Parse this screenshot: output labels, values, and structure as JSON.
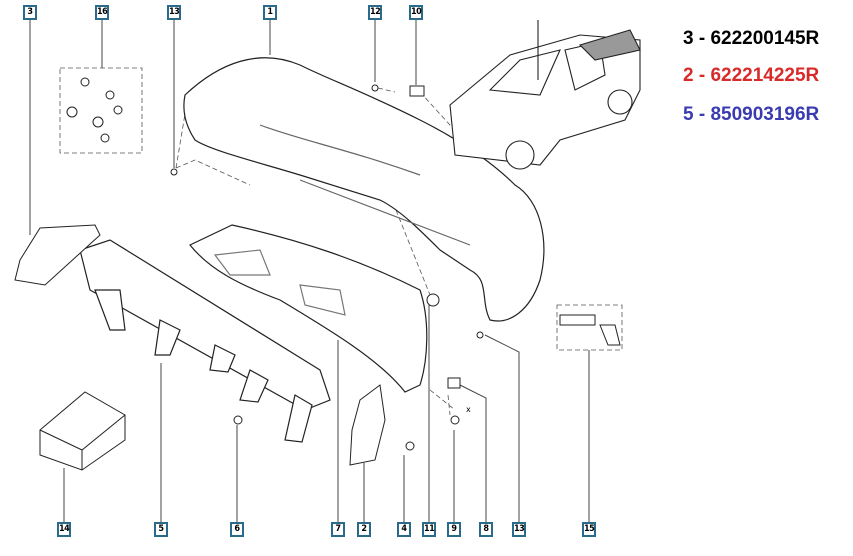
{
  "part_numbers": [
    {
      "text": "3 - 622200145R",
      "color": "#000000"
    },
    {
      "text": "2 - 622214225R",
      "color": "#d92a2a"
    },
    {
      "text": "5 - 850903196R",
      "color": "#3b3bb0"
    }
  ],
  "callouts": {
    "top": [
      "3",
      "16",
      "13",
      "1",
      "12",
      "10"
    ],
    "bottom": [
      "14",
      "5",
      "6",
      "7",
      "2",
      "4",
      "11",
      "9",
      "8",
      "13",
      "15"
    ]
  },
  "axis_marker": "x",
  "colors": {
    "callout_border": "#2a6a8a"
  }
}
